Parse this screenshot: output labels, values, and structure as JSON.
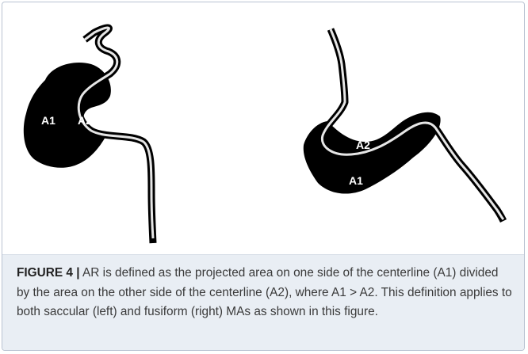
{
  "figure": {
    "label": "FIGURE 4 |",
    "caption": " AR is defined as the projected area on one side of the centerline (A1) divided by the area on the other side of the centerline (A2), where A1 > A2. This definition applies to both saccular (left) and fusiform (right) MAs as shown in this figure."
  },
  "left_panel": {
    "label_a1": "A1",
    "label_a2": "A2"
  },
  "right_panel": {
    "label_a1": "A1",
    "label_a2": "A2"
  },
  "colors": {
    "vessel": "#000000",
    "centerline": "#e6e6e6",
    "caption_background": "#e9eef4",
    "border": "#b9c3d2"
  }
}
